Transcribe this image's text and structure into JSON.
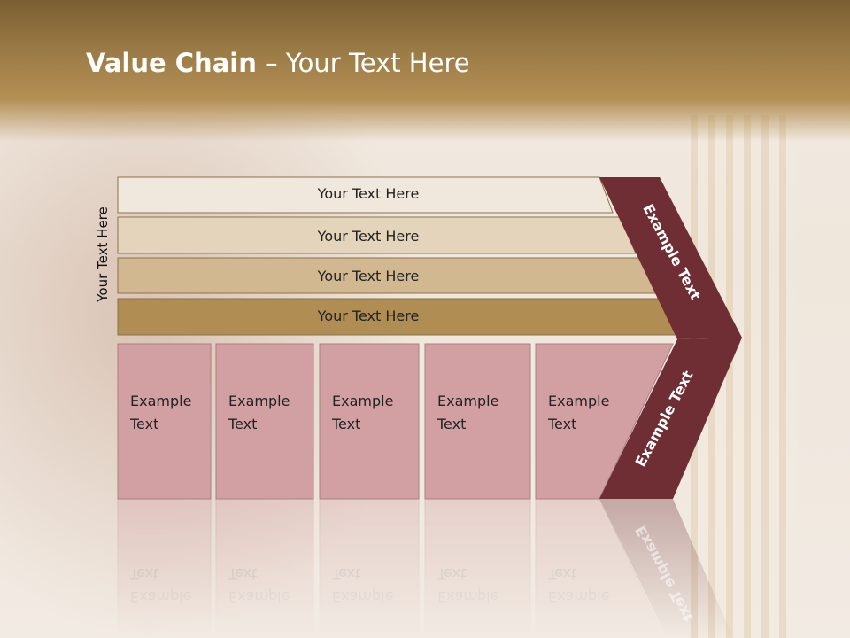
{
  "slide": {
    "title_bold": "Value Chain",
    "title_rest": " – Your Text Here",
    "side_label": "Your Text Here"
  },
  "bands": [
    {
      "label": "Your Text Here",
      "color": "#f1e8dd"
    },
    {
      "label": "Your Text Here",
      "color": "#e4d4bb"
    },
    {
      "label": "Your Text Here",
      "color": "#d2b891"
    },
    {
      "label": "Your Text Here",
      "color": "#b08d53"
    }
  ],
  "columns": [
    {
      "line1": "Example",
      "line2": "Text"
    },
    {
      "line1": "Example",
      "line2": "Text"
    },
    {
      "line1": "Example",
      "line2": "Text"
    },
    {
      "line1": "Example",
      "line2": "Text"
    },
    {
      "line1": "Example",
      "line2": "Text"
    }
  ],
  "chevron": {
    "upper_label": "Example Text",
    "lower_label": "Example Text",
    "color": "#6e2e34"
  },
  "colors": {
    "column_fill": "#d2a0a2",
    "band_stroke": "#8a7250"
  }
}
